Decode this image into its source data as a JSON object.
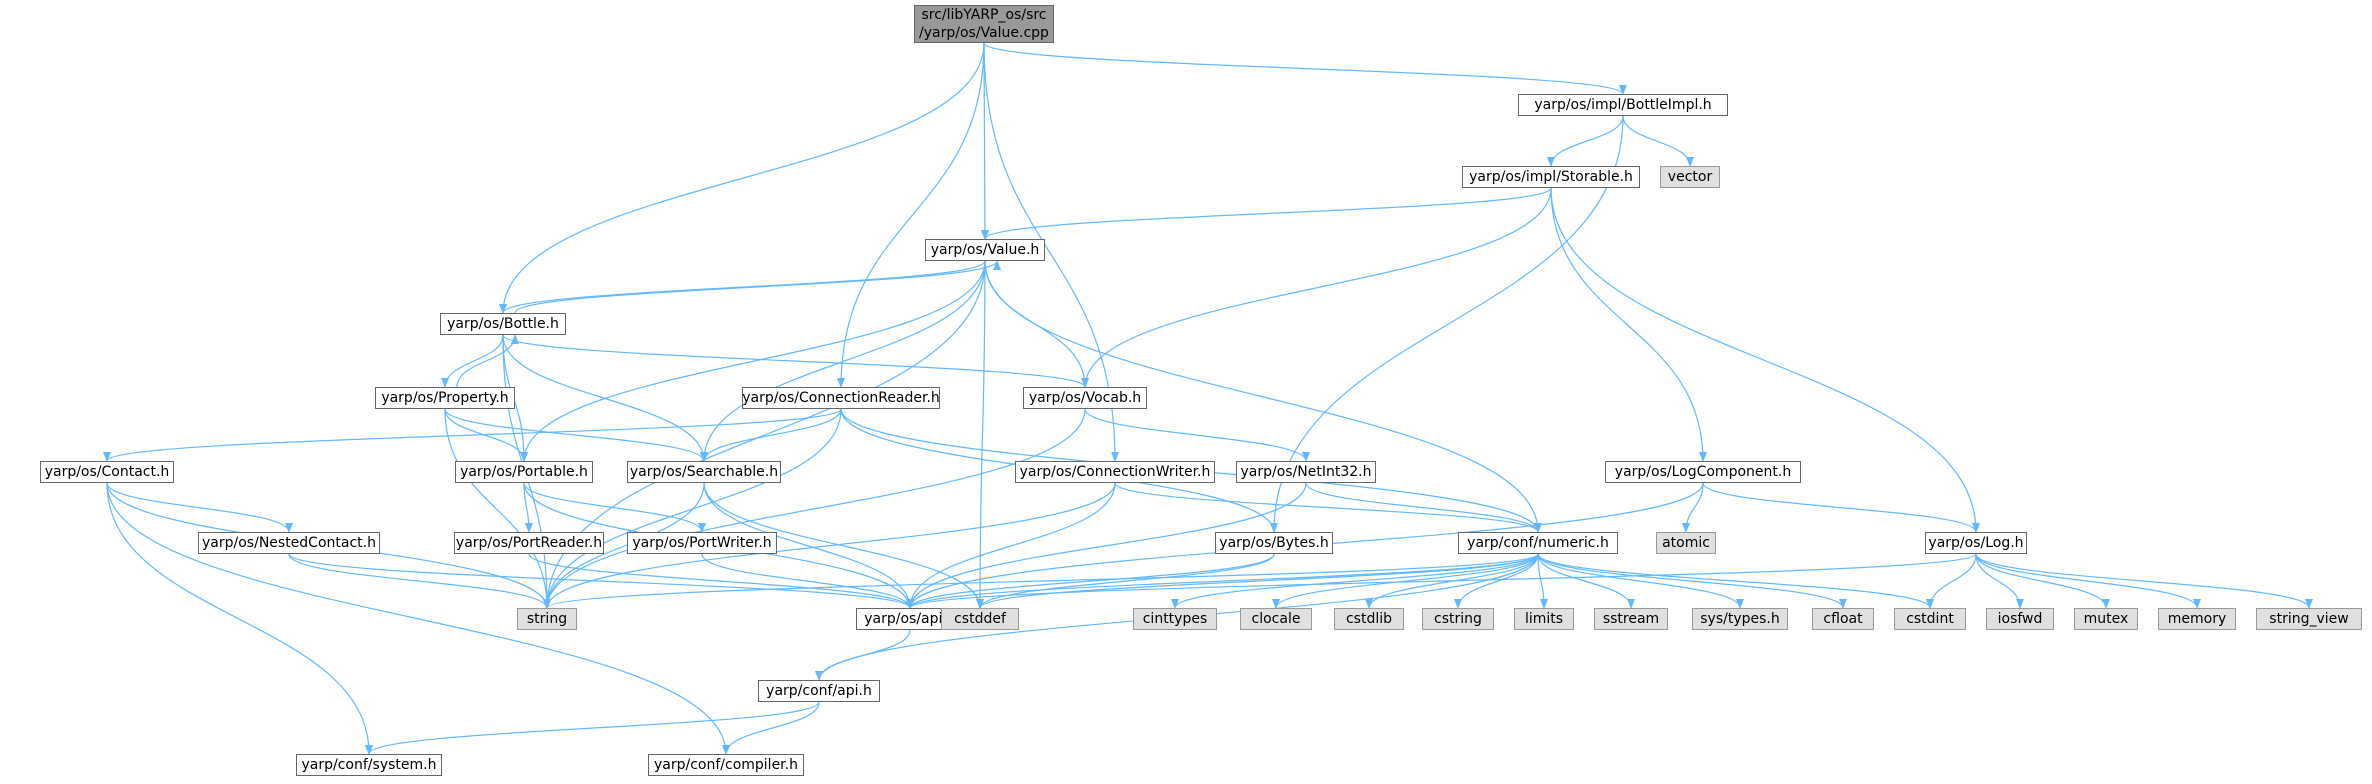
{
  "colors": {
    "edge": "#63b8ff",
    "node_border": "#666666",
    "node_fill": "#ffffff",
    "external_fill": "#e0e0e0",
    "root_fill": "#999999"
  },
  "nodes": {
    "root": {
      "line1": "src/libYARP_os/src",
      "line2": "/yarp/os/Value.cpp"
    },
    "bottleimpl": {
      "label": "yarp/os/impl/BottleImpl.h"
    },
    "storable": {
      "label": "yarp/os/impl/Storable.h"
    },
    "vector": {
      "label": "vector"
    },
    "value_h": {
      "label": "yarp/os/Value.h"
    },
    "bottle": {
      "label": "yarp/os/Bottle.h"
    },
    "property": {
      "label": "yarp/os/Property.h"
    },
    "connreader": {
      "label": "yarp/os/ConnectionReader.h"
    },
    "vocab": {
      "label": "yarp/os/Vocab.h"
    },
    "contact": {
      "label": "yarp/os/Contact.h"
    },
    "portable": {
      "label": "yarp/os/Portable.h"
    },
    "searchable": {
      "label": "yarp/os/Searchable.h"
    },
    "connwriter": {
      "label": "yarp/os/ConnectionWriter.h"
    },
    "netint32": {
      "label": "yarp/os/NetInt32.h"
    },
    "logcomponent": {
      "label": "yarp/os/LogComponent.h"
    },
    "atomic": {
      "label": "atomic"
    },
    "nestedcontact": {
      "label": "yarp/os/NestedContact.h"
    },
    "portreader": {
      "label": "yarp/os/PortReader.h"
    },
    "portwriter": {
      "label": "yarp/os/PortWriter.h"
    },
    "bytes": {
      "label": "yarp/os/Bytes.h"
    },
    "numeric": {
      "label": "yarp/conf/numeric.h"
    },
    "log": {
      "label": "yarp/os/Log.h"
    },
    "string": {
      "label": "string"
    },
    "os_api": {
      "label": "yarp/os/api.h"
    },
    "cstddef": {
      "label": "cstddef"
    },
    "cinttypes": {
      "label": "cinttypes"
    },
    "clocale": {
      "label": "clocale"
    },
    "cstdlib": {
      "label": "cstdlib"
    },
    "cstring": {
      "label": "cstring"
    },
    "limits": {
      "label": "limits"
    },
    "sstream": {
      "label": "sstream"
    },
    "systypes": {
      "label": "sys/types.h"
    },
    "cfloat": {
      "label": "cfloat"
    },
    "cstdint": {
      "label": "cstdint"
    },
    "iosfwd": {
      "label": "iosfwd"
    },
    "mutex": {
      "label": "mutex"
    },
    "memory": {
      "label": "memory"
    },
    "string_view": {
      "label": "string_view"
    },
    "conf_api": {
      "label": "yarp/conf/api.h"
    },
    "system": {
      "label": "yarp/conf/system.h"
    },
    "compiler": {
      "label": "yarp/conf/compiler.h"
    }
  },
  "edges": [
    [
      "root",
      "bottleimpl"
    ],
    [
      "root",
      "value_h"
    ],
    [
      "root",
      "bottle"
    ],
    [
      "root",
      "connreader"
    ],
    [
      "root",
      "connwriter"
    ],
    [
      "bottleimpl",
      "storable"
    ],
    [
      "bottleimpl",
      "vector"
    ],
    [
      "bottleimpl",
      "bytes"
    ],
    [
      "storable",
      "value_h"
    ],
    [
      "storable",
      "vocab"
    ],
    [
      "storable",
      "logcomponent"
    ],
    [
      "storable",
      "log"
    ],
    [
      "value_h",
      "bottle"
    ],
    [
      "value_h",
      "vocab"
    ],
    [
      "value_h",
      "portable"
    ],
    [
      "value_h",
      "searchable"
    ],
    [
      "value_h",
      "string"
    ],
    [
      "value_h",
      "numeric"
    ],
    [
      "value_h",
      "cstddef"
    ],
    [
      "bottle",
      "value_h"
    ],
    [
      "bottle",
      "property"
    ],
    [
      "bottle",
      "vocab"
    ],
    [
      "bottle",
      "portable"
    ],
    [
      "bottle",
      "searchable"
    ],
    [
      "bottle",
      "string"
    ],
    [
      "property",
      "bottle"
    ],
    [
      "property",
      "portable"
    ],
    [
      "property",
      "searchable"
    ],
    [
      "property",
      "string"
    ],
    [
      "connreader",
      "contact"
    ],
    [
      "connreader",
      "searchable"
    ],
    [
      "connreader",
      "bytes"
    ],
    [
      "connreader",
      "numeric"
    ],
    [
      "connreader",
      "string"
    ],
    [
      "vocab",
      "netint32"
    ],
    [
      "vocab",
      "string"
    ],
    [
      "contact",
      "nestedcontact"
    ],
    [
      "contact",
      "string"
    ],
    [
      "contact",
      "system"
    ],
    [
      "contact",
      "compiler"
    ],
    [
      "portable",
      "portreader"
    ],
    [
      "portable",
      "portwriter"
    ],
    [
      "portable",
      "os_api"
    ],
    [
      "searchable",
      "string"
    ],
    [
      "searchable",
      "os_api"
    ],
    [
      "searchable",
      "cstddef"
    ],
    [
      "connwriter",
      "numeric"
    ],
    [
      "connwriter",
      "os_api"
    ],
    [
      "connwriter",
      "string"
    ],
    [
      "netint32",
      "numeric"
    ],
    [
      "netint32",
      "os_api"
    ],
    [
      "logcomponent",
      "atomic"
    ],
    [
      "logcomponent",
      "log"
    ],
    [
      "logcomponent",
      "os_api"
    ],
    [
      "nestedcontact",
      "string"
    ],
    [
      "nestedcontact",
      "os_api"
    ],
    [
      "portreader",
      "os_api"
    ],
    [
      "portwriter",
      "os_api"
    ],
    [
      "bytes",
      "os_api"
    ],
    [
      "bytes",
      "cstddef"
    ],
    [
      "numeric",
      "string"
    ],
    [
      "numeric",
      "os_api"
    ],
    [
      "numeric",
      "conf_api"
    ],
    [
      "numeric",
      "cstddef"
    ],
    [
      "numeric",
      "cinttypes"
    ],
    [
      "numeric",
      "clocale"
    ],
    [
      "numeric",
      "cstdlib"
    ],
    [
      "numeric",
      "cstring"
    ],
    [
      "numeric",
      "limits"
    ],
    [
      "numeric",
      "sstream"
    ],
    [
      "numeric",
      "systypes"
    ],
    [
      "numeric",
      "cfloat"
    ],
    [
      "numeric",
      "cstdint"
    ],
    [
      "log",
      "os_api"
    ],
    [
      "log",
      "cstdint"
    ],
    [
      "log",
      "iosfwd"
    ],
    [
      "log",
      "mutex"
    ],
    [
      "log",
      "memory"
    ],
    [
      "log",
      "string_view"
    ],
    [
      "os_api",
      "conf_api"
    ],
    [
      "conf_api",
      "system"
    ],
    [
      "conf_api",
      "compiler"
    ]
  ]
}
